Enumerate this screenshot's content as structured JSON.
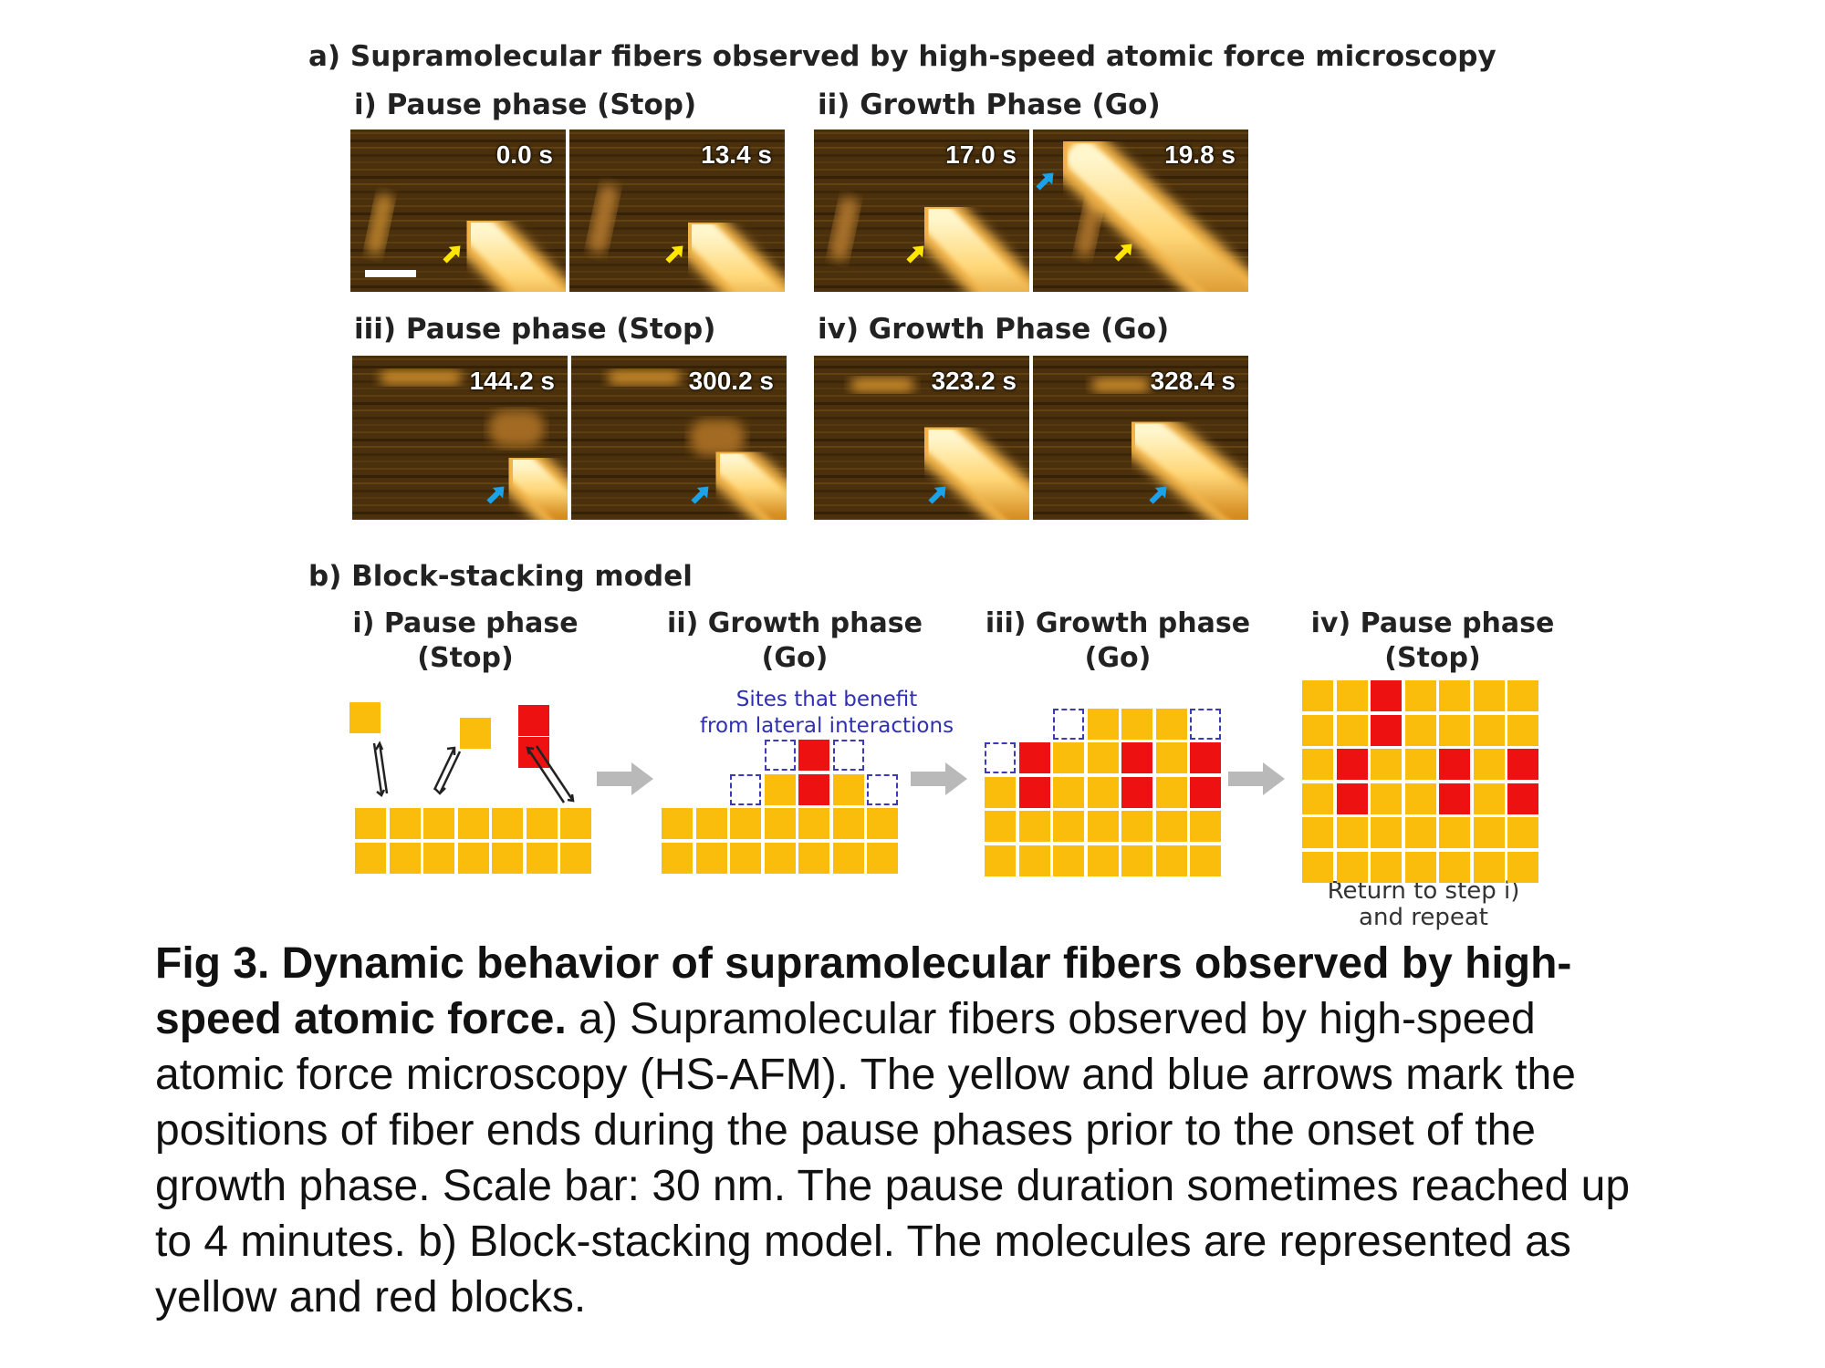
{
  "figure": {
    "section_a": {
      "title": "a) Supramolecular fibers observed by high-speed atomic force microscopy",
      "groups": [
        {
          "label": "i) Pause phase (Stop)",
          "frames": [
            "0.0 s",
            "13.4 s"
          ],
          "arrow_color": "#ffe600"
        },
        {
          "label": "ii) Growth Phase (Go)",
          "frames": [
            "17.0 s",
            "19.8 s"
          ],
          "arrow_color": "#ffe600"
        },
        {
          "label": "iii) Pause phase (Stop)",
          "frames": [
            "144.2 s",
            "300.2 s"
          ],
          "arrow_color": "#1aa3e8"
        },
        {
          "label": "iv) Growth Phase (Go)",
          "frames": [
            "323.2 s",
            "328.4 s"
          ],
          "arrow_color": "#1aa3e8"
        }
      ]
    },
    "section_b": {
      "title": "b) Block-stacking model",
      "steps": [
        {
          "label": "i) Pause phase",
          "sub": "(Stop)"
        },
        {
          "label": "ii) Growth phase",
          "sub": "(Go)"
        },
        {
          "label": "iii) Growth phase",
          "sub": "(Go)"
        },
        {
          "label": "iv) Pause phase",
          "sub": "(Stop)"
        }
      ],
      "note_line1": "Sites that benefit",
      "note_line2": "from lateral interactions",
      "return_line1": "Return to step i)",
      "return_line2": "and repeat",
      "colors": {
        "yellow_block": "#fbbd0b",
        "red_block": "#ee1111",
        "empty_site": "#3b3bb8",
        "arrow": "#b9b9b9"
      }
    }
  },
  "caption": {
    "bold": "Fig 3. Dynamic behavior of supramolecular fibers observed by high-speed atomic force.",
    "text": " a) Supramolecular fibers observed by high-speed atomic force microscopy (HS-AFM). The yellow and blue arrows mark the positions of fiber ends during the pause phases prior to the onset of the growth phase. Scale bar: 30 nm. The pause duration sometimes reached up to 4 minutes. b) Block-stacking model. The molecules are represented as yellow and red blocks."
  }
}
